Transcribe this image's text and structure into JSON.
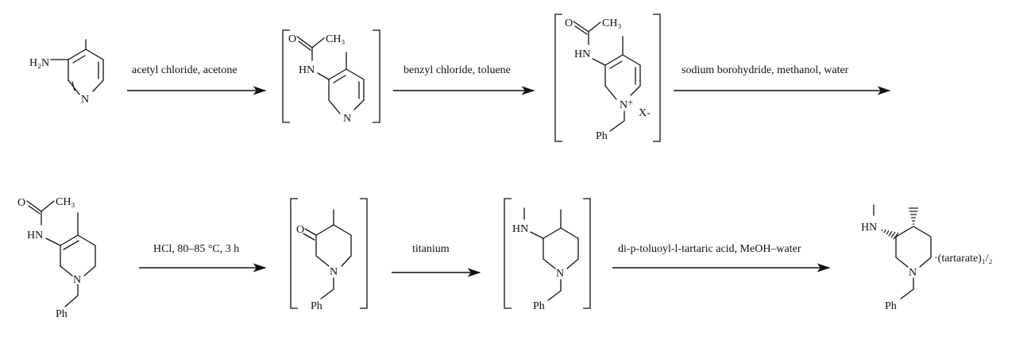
{
  "atoms": {
    "h2n": "H₂N",
    "n": "N",
    "o": "O",
    "ch3": "CH₃",
    "hn": "HN",
    "n_plus": "N⁺",
    "x_minus": "X-",
    "ph": "Ph",
    "tartarate": "·(tartarate)₁/₂"
  },
  "reactions": [
    {
      "conditions": "acetyl chloride, acetone"
    },
    {
      "conditions": "benzyl chloride, toluene"
    },
    {
      "conditions": "sodium borohydride, methanol, water"
    },
    {
      "conditions": "HCl, 80–85 °C, 3 h"
    },
    {
      "conditions": "titanium"
    },
    {
      "conditions": "di-p-toluoyl-l-tartaric acid, MeOH–water"
    }
  ]
}
